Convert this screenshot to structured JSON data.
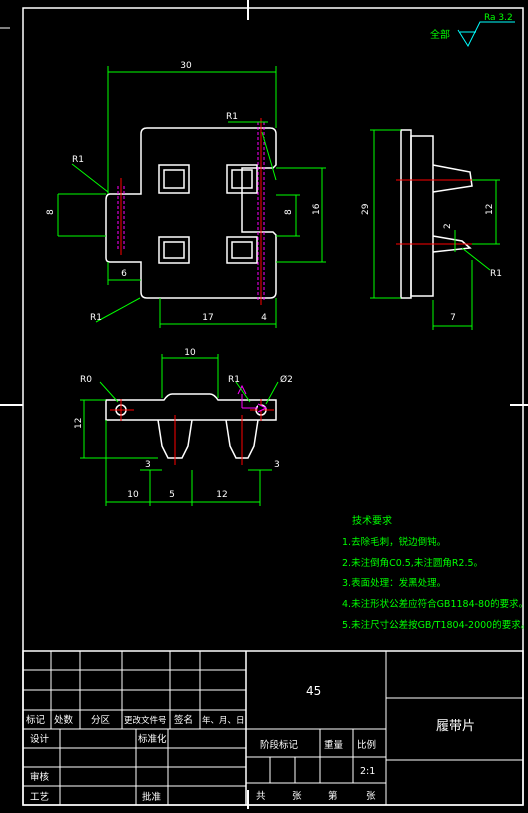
{
  "surface_finish": {
    "label": "全部",
    "value": "Ra 3.2"
  },
  "top_view": {
    "dims": {
      "width": "30",
      "r_top_right": "R1",
      "r_left": "R1",
      "r_bottom_left": "R1",
      "h_left": "8",
      "h_mid": "8",
      "h_right": "16",
      "w_left": "6",
      "w_mid": "17",
      "w_right": "4"
    }
  },
  "side_view": {
    "dims": {
      "height": "29",
      "w_bottom": "7",
      "gap": "2",
      "h_tooth": "12",
      "r_tooth": "R1"
    }
  },
  "front_view": {
    "dims": {
      "w_top": "10",
      "r_left": "R0",
      "r_right": "R1",
      "hole": "Ø2",
      "h_left": "12",
      "w_tooth_l": "3",
      "w_tooth_r": "3",
      "b_a": "10",
      "b_b": "5",
      "b_c": "12"
    }
  },
  "tech_requirements": {
    "title": "技术要求",
    "items": [
      "1.去除毛刺，锐边倒钝。",
      "2.未注倒角C0.5,未注圆角R2.5。",
      "3.表面处理：发黑处理。",
      "4.未注形状公差应符合GB1184-80的要求。",
      "5.未注尺寸公差按GB/T1804-2000的要求。"
    ]
  },
  "title_block": {
    "material": "45",
    "part_name": "履带片",
    "labels": {
      "mark": "标记",
      "count": "处数",
      "zone": "分区",
      "doc": "更改文件号",
      "sign": "签名",
      "date": "年、月、日",
      "design": "设计",
      "standard": "标准化",
      "review": "审核",
      "process": "工艺",
      "approve": "批准",
      "stage": "阶段标记",
      "weight": "重量",
      "scale": "比例",
      "total": "共",
      "sheets": "张",
      "no": "第",
      "sheet": "张"
    },
    "scale_value": "2:1"
  },
  "colors": {
    "outline": "#ffffff",
    "dimension": "#00ff00",
    "center": "#ff0000",
    "hidden": "#ff00ff",
    "note": "#00ff00",
    "finish": "#00ffff"
  }
}
